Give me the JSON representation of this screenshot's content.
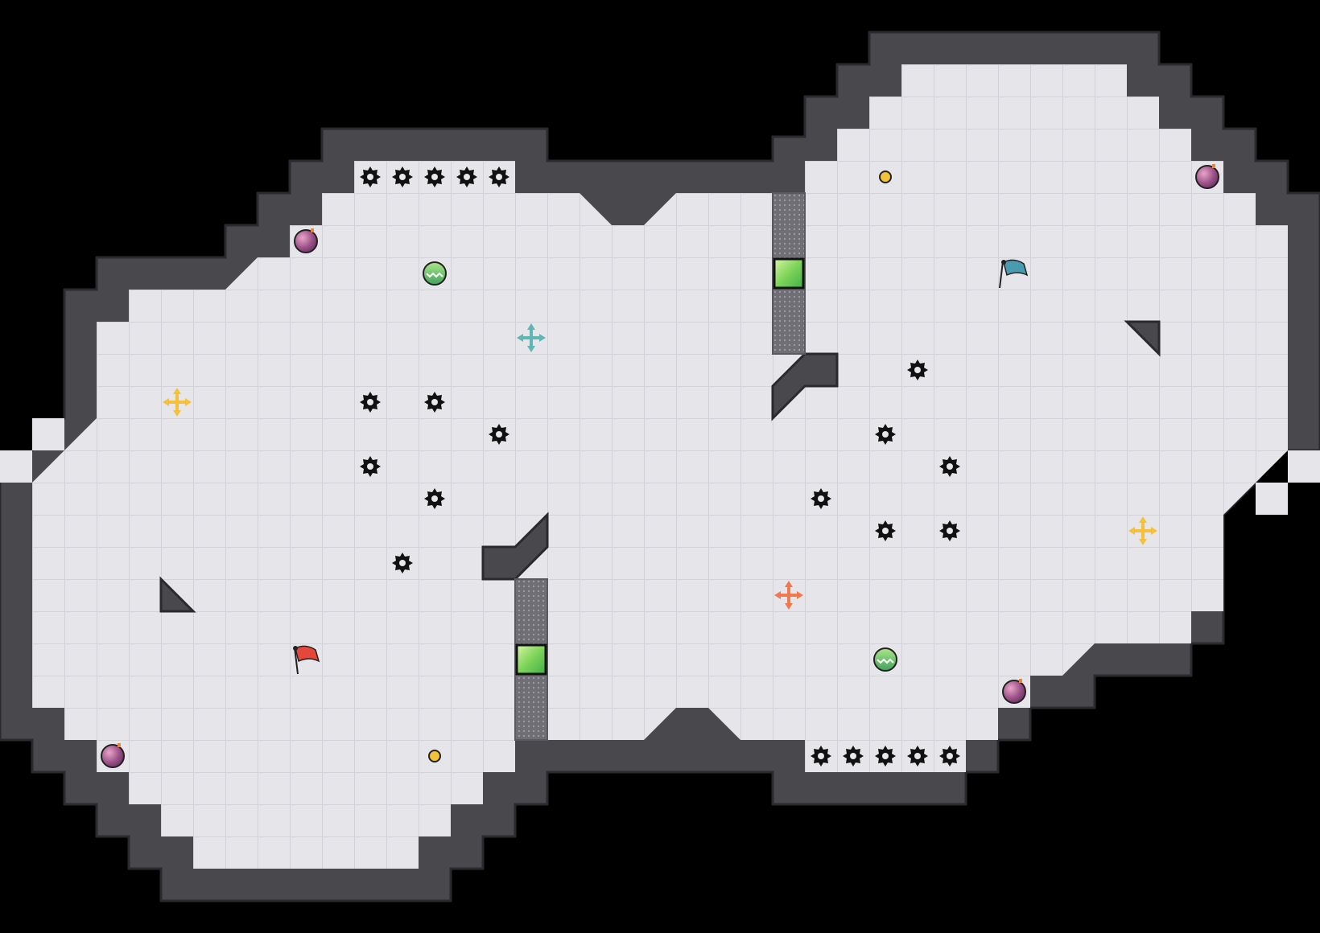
{
  "level": {
    "theme": {
      "background": "#000000",
      "wall": "#48484d",
      "wall_edge": "#2a2a2e",
      "floor": "#e5e5ea",
      "grid": "#d2d2d8",
      "spike_block": "#7a7a80",
      "player_red": "#e5483a",
      "player_blue": "#4a9bb0",
      "crystal_green": "#5dc14f",
      "bomb": "#a0558c",
      "coin": "#f3c13a",
      "arrows_teal": "#5fb7b3",
      "arrows_yellow": "#f3c13a",
      "arrows_orange": "#f07a4d"
    },
    "legend": [
      "wall-block",
      "floor-tile",
      "spike-gate",
      "sawblade-icon",
      "bomb-icon",
      "coin-icon",
      "gem-orb-icon",
      "crystal-block",
      "move-arrows-icon",
      "red-player-flag",
      "blue-player-flag"
    ]
  }
}
